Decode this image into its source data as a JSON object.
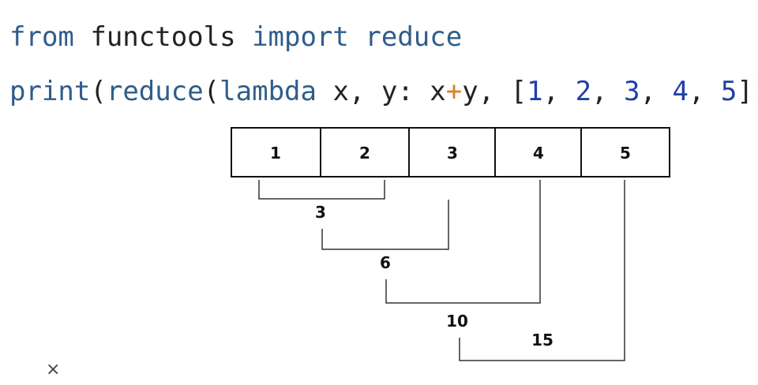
{
  "code": {
    "line1": {
      "from": "from",
      "module": " functools ",
      "import": "import",
      "space": " ",
      "func": "reduce"
    },
    "line2": {
      "print": "print",
      "paren1": "(",
      "reduce": "reduce",
      "paren2": "(",
      "lambda": "lambda",
      "args": " x, y: x",
      "plus": "+",
      "after_plus": "y, [",
      "n1": "1",
      "sep1": ", ",
      "n2": "2",
      "sep2": ", ",
      "n3": "3",
      "sep3": ", ",
      "n4": "4",
      "sep4": ", ",
      "n5": "5",
      "close": "]))"
    }
  },
  "diagram": {
    "list_values": [
      "1",
      "2",
      "3",
      "4",
      "5"
    ],
    "partial_sums": [
      "3",
      "6",
      "10",
      "15"
    ]
  },
  "icons": {
    "close": "close-icon"
  },
  "close_glyph": "×"
}
